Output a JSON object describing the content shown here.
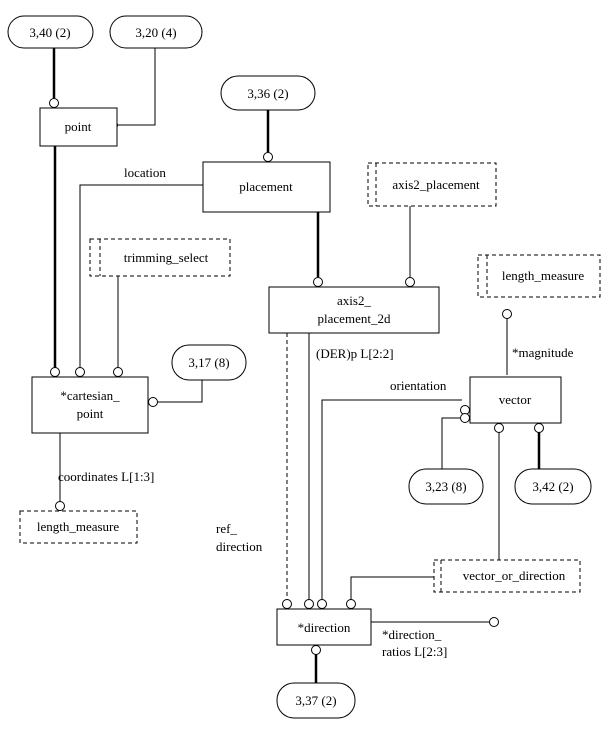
{
  "entities": {
    "point": "point",
    "placement": "placement",
    "axis2_placement_2d": [
      "axis2_",
      "placement_2d"
    ],
    "cartesian_point": [
      "*cartesian_",
      "point"
    ],
    "vector": "vector",
    "direction": "*direction"
  },
  "types": {
    "axis2_placement": "axis2_placement",
    "trimming_select": "trimming_select",
    "length_measure_top": "length_measure",
    "length_measure_bottom": "length_measure",
    "vector_or_direction": "vector_or_direction"
  },
  "page_refs": {
    "r340": "3,40 (2)",
    "r320": "3,20 (4)",
    "r336": "3,36 (2)",
    "r317": "3,17 (8)",
    "r323": "3,23 (8)",
    "r342": "3,42 (2)",
    "r337": "3,37 (2)"
  },
  "attributes": {
    "location": "location",
    "der_p": "(DER)p L[2:2]",
    "magnitude": "*magnitude",
    "orientation": "orientation",
    "coordinates": "coordinates L[1:3]",
    "ref_direction": [
      "ref_",
      "direction"
    ],
    "direction_ratios": [
      "*direction_",
      "ratios L[2:3]"
    ]
  }
}
